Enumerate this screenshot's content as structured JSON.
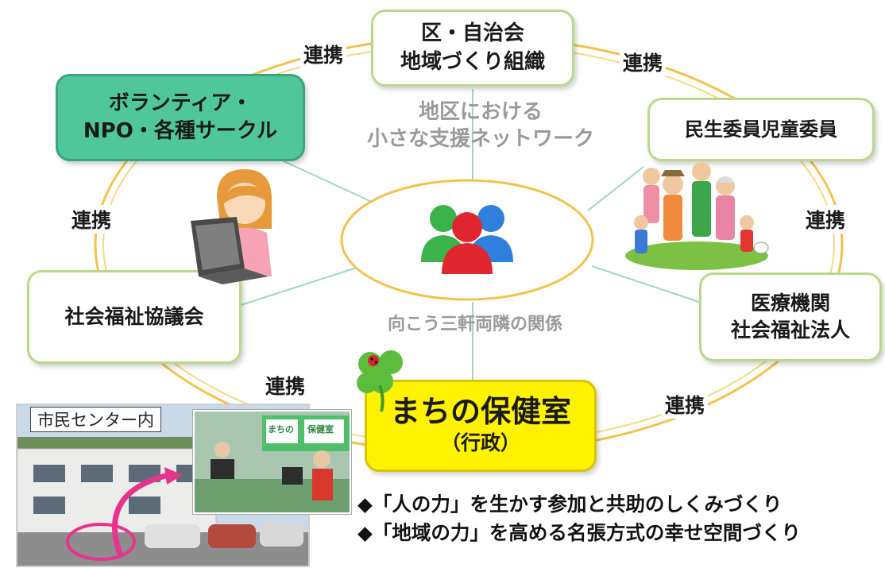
{
  "nodes": {
    "ku_jichikai": [
      "区・自治会",
      "地域づくり組織"
    ],
    "volunteer": [
      "ボランティア・",
      "NPO・各種サークル"
    ],
    "minsei": "民生委員児童委員",
    "shakyo": "社会福祉協議会",
    "iryo": [
      "医療機関",
      "社会福祉法人"
    ],
    "hokenshitsu": {
      "title": "まちの保健室",
      "subtitle": "（行政）"
    }
  },
  "link_label": "連携",
  "center": {
    "network": [
      "地区における",
      "小さな支援ネットワーク"
    ],
    "relation": "向こう三軒両隣の関係"
  },
  "photo": {
    "caption": "市民センター内",
    "sign_left": "まちの",
    "sign_right": "保健室"
  },
  "bullets": [
    "◆「人の力」を生かす参加と共助のしくみづくり",
    "◆「地域の力」を高める名張方式の幸せ空間づくり"
  ],
  "colors": {
    "ring": "#f2c24b",
    "node_border": "#b9d98a",
    "volunteer_fill": "#4fc79a",
    "hokenshitsu_fill": "#fff200",
    "spoke": "#9ed6c0"
  },
  "icons": [
    "people-group-icon",
    "woman-laptop-icon",
    "family-icon",
    "clover-ladybug-icon",
    "arrow-icon"
  ]
}
